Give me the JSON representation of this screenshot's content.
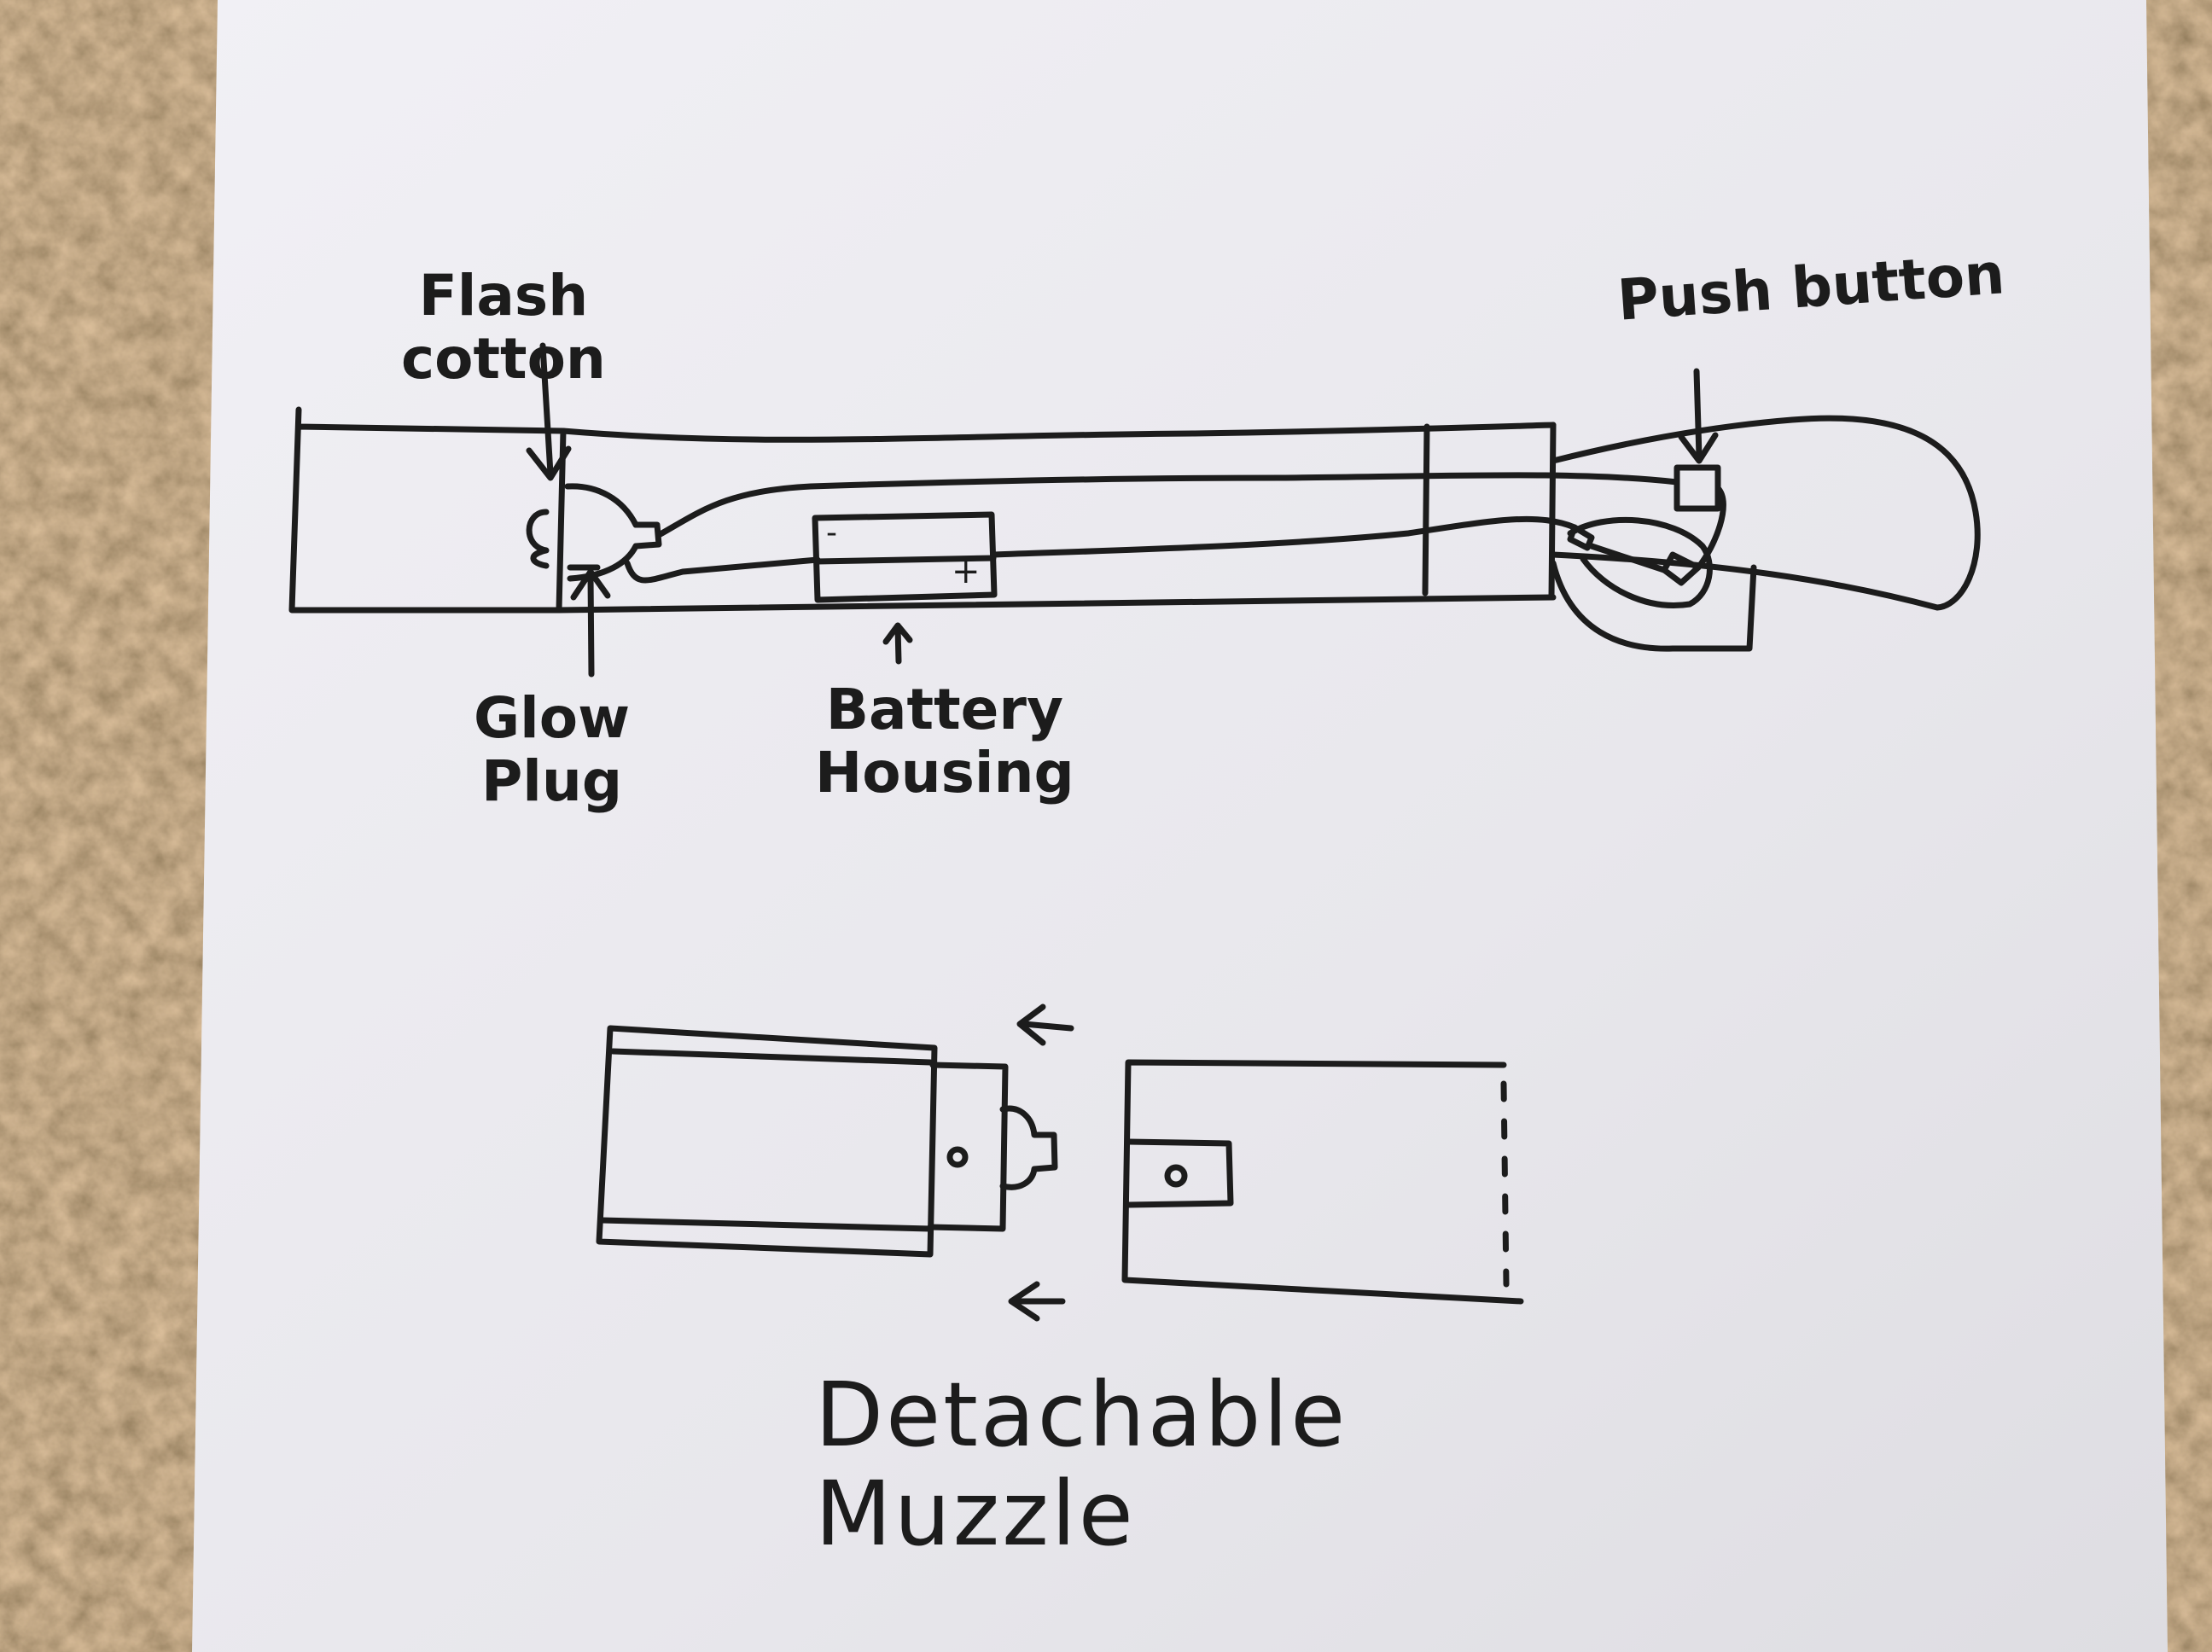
{
  "background": {
    "countertop_colors": [
      "#8a6a44",
      "#b89068",
      "#4e3a26",
      "#d7b58c",
      "#2a2218"
    ],
    "paper_color": "#ecebf0",
    "ink_color": "#1c1c1c"
  },
  "gun_diagram": {
    "labels": {
      "flash_cotton": "Flash\ncotton",
      "push_button": "Push button",
      "glow_plug": "Glow\nPlug",
      "battery_housing": "Battery\nHousing",
      "battery_minus": "-",
      "battery_plus": "+"
    }
  },
  "muzzle_diagram": {
    "title": "Detachable\nMuzzle"
  },
  "icons": [
    "arrow-down-icon",
    "arrow-up-icon",
    "arrow-left-icon"
  ]
}
